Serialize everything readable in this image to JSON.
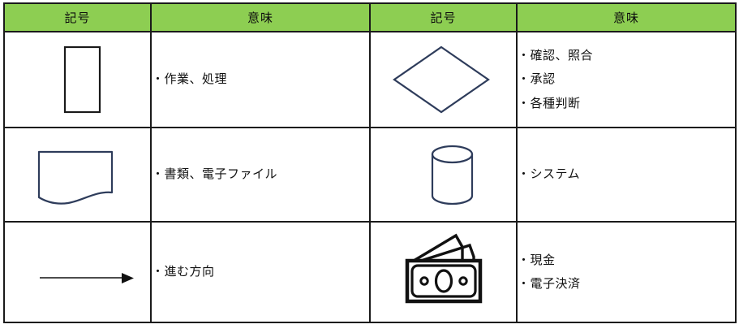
{
  "table": {
    "headers": [
      "記号",
      "意味",
      "記号",
      "意味"
    ],
    "rows": [
      {
        "left": {
          "symbol_name": "process-rectangle-symbol",
          "meanings": [
            "・作業、処理"
          ]
        },
        "right": {
          "symbol_name": "decision-diamond-symbol",
          "meanings": [
            "・確認、照合",
            "・承認",
            "・各種判断"
          ]
        }
      },
      {
        "left": {
          "symbol_name": "document-wavy-symbol",
          "meanings": [
            "・書類、電子ファイル"
          ]
        },
        "right": {
          "symbol_name": "database-cylinder-symbol",
          "meanings": [
            "・システム"
          ]
        }
      },
      {
        "left": {
          "symbol_name": "flow-arrow-symbol",
          "meanings": [
            "・進む方向"
          ]
        },
        "right": {
          "symbol_name": "cash-banknote-symbol",
          "meanings": [
            "・現金",
            "・電子決済"
          ]
        }
      }
    ]
  },
  "colors": {
    "header_green": "#8DCE52",
    "grid_black": "#1a1a1a",
    "symbol_navy": "#2E3C5B",
    "symbol_black": "#1a1a1a",
    "text_black": "#111111",
    "background": "#ffffff"
  }
}
